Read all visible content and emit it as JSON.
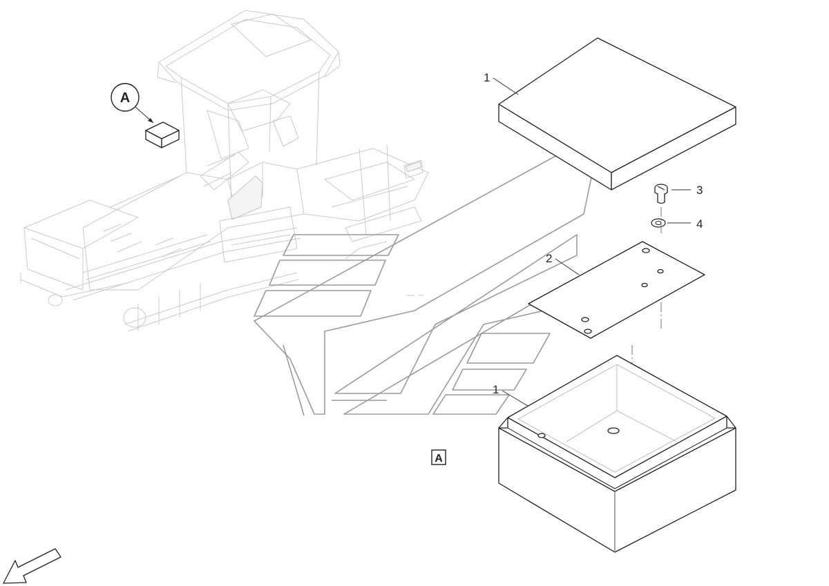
{
  "callouts": {
    "cover": "1",
    "plate": "2",
    "screw": "3",
    "washer": "4",
    "box": "1"
  },
  "detail": {
    "overview_label": "A",
    "view_tag": "A"
  },
  "colors": {
    "line": "#1e1e1e",
    "ghost": "#c9c9c9",
    "decal": "#9a9a9a",
    "background": "#ffffff"
  },
  "icons": {
    "orientation_arrow": "direction-arrow-icon"
  }
}
